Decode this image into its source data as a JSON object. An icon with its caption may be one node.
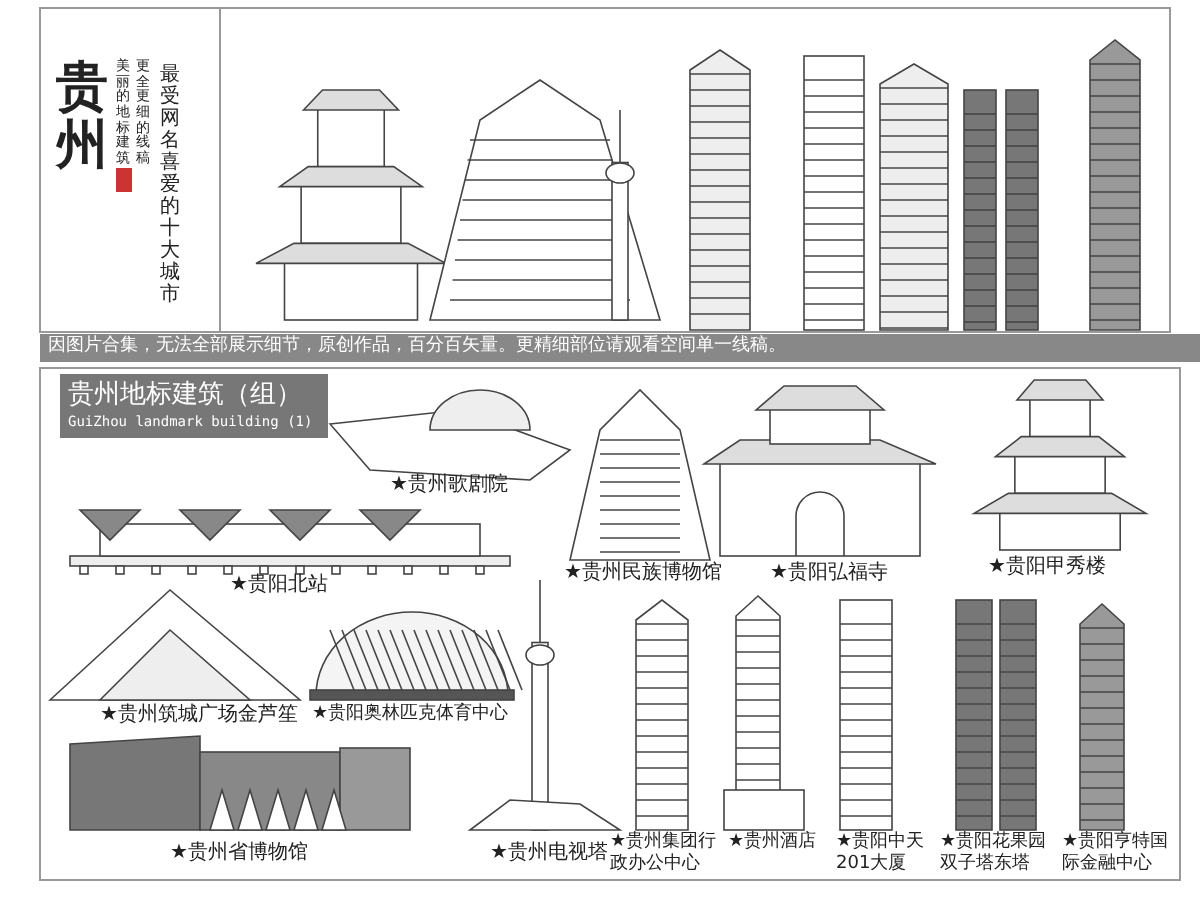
{
  "diagram": {
    "title": "贵州",
    "labels": [
      "最受网名喜爱的十大城市",
      "美丽的地标建筑",
      "更全更细的线稿",
      "因图片合集，无法全部展示细节，原创作品，百分百矢量。更精细部位请观看空间单一线稿。",
      "贵州地标建筑（组）",
      "GuiZhou landmark building (1)",
      "★贵州歌剧院",
      "★贵阳北站",
      "★贵州民族博物馆",
      "★贵阳弘福寺",
      "★贵阳甲秀楼",
      "★贵州筑城广场金芦笙",
      "★贵阳奥林匹克体育中心",
      "★贵州省博物馆",
      "★贵州电视塔",
      "★贵州集团行政办公中心",
      "★贵州酒店",
      "★贵阳中天201大厦",
      "★贵阳花果园双子塔东塔",
      "★贵阳亨特国际金融中心"
    ]
  }
}
